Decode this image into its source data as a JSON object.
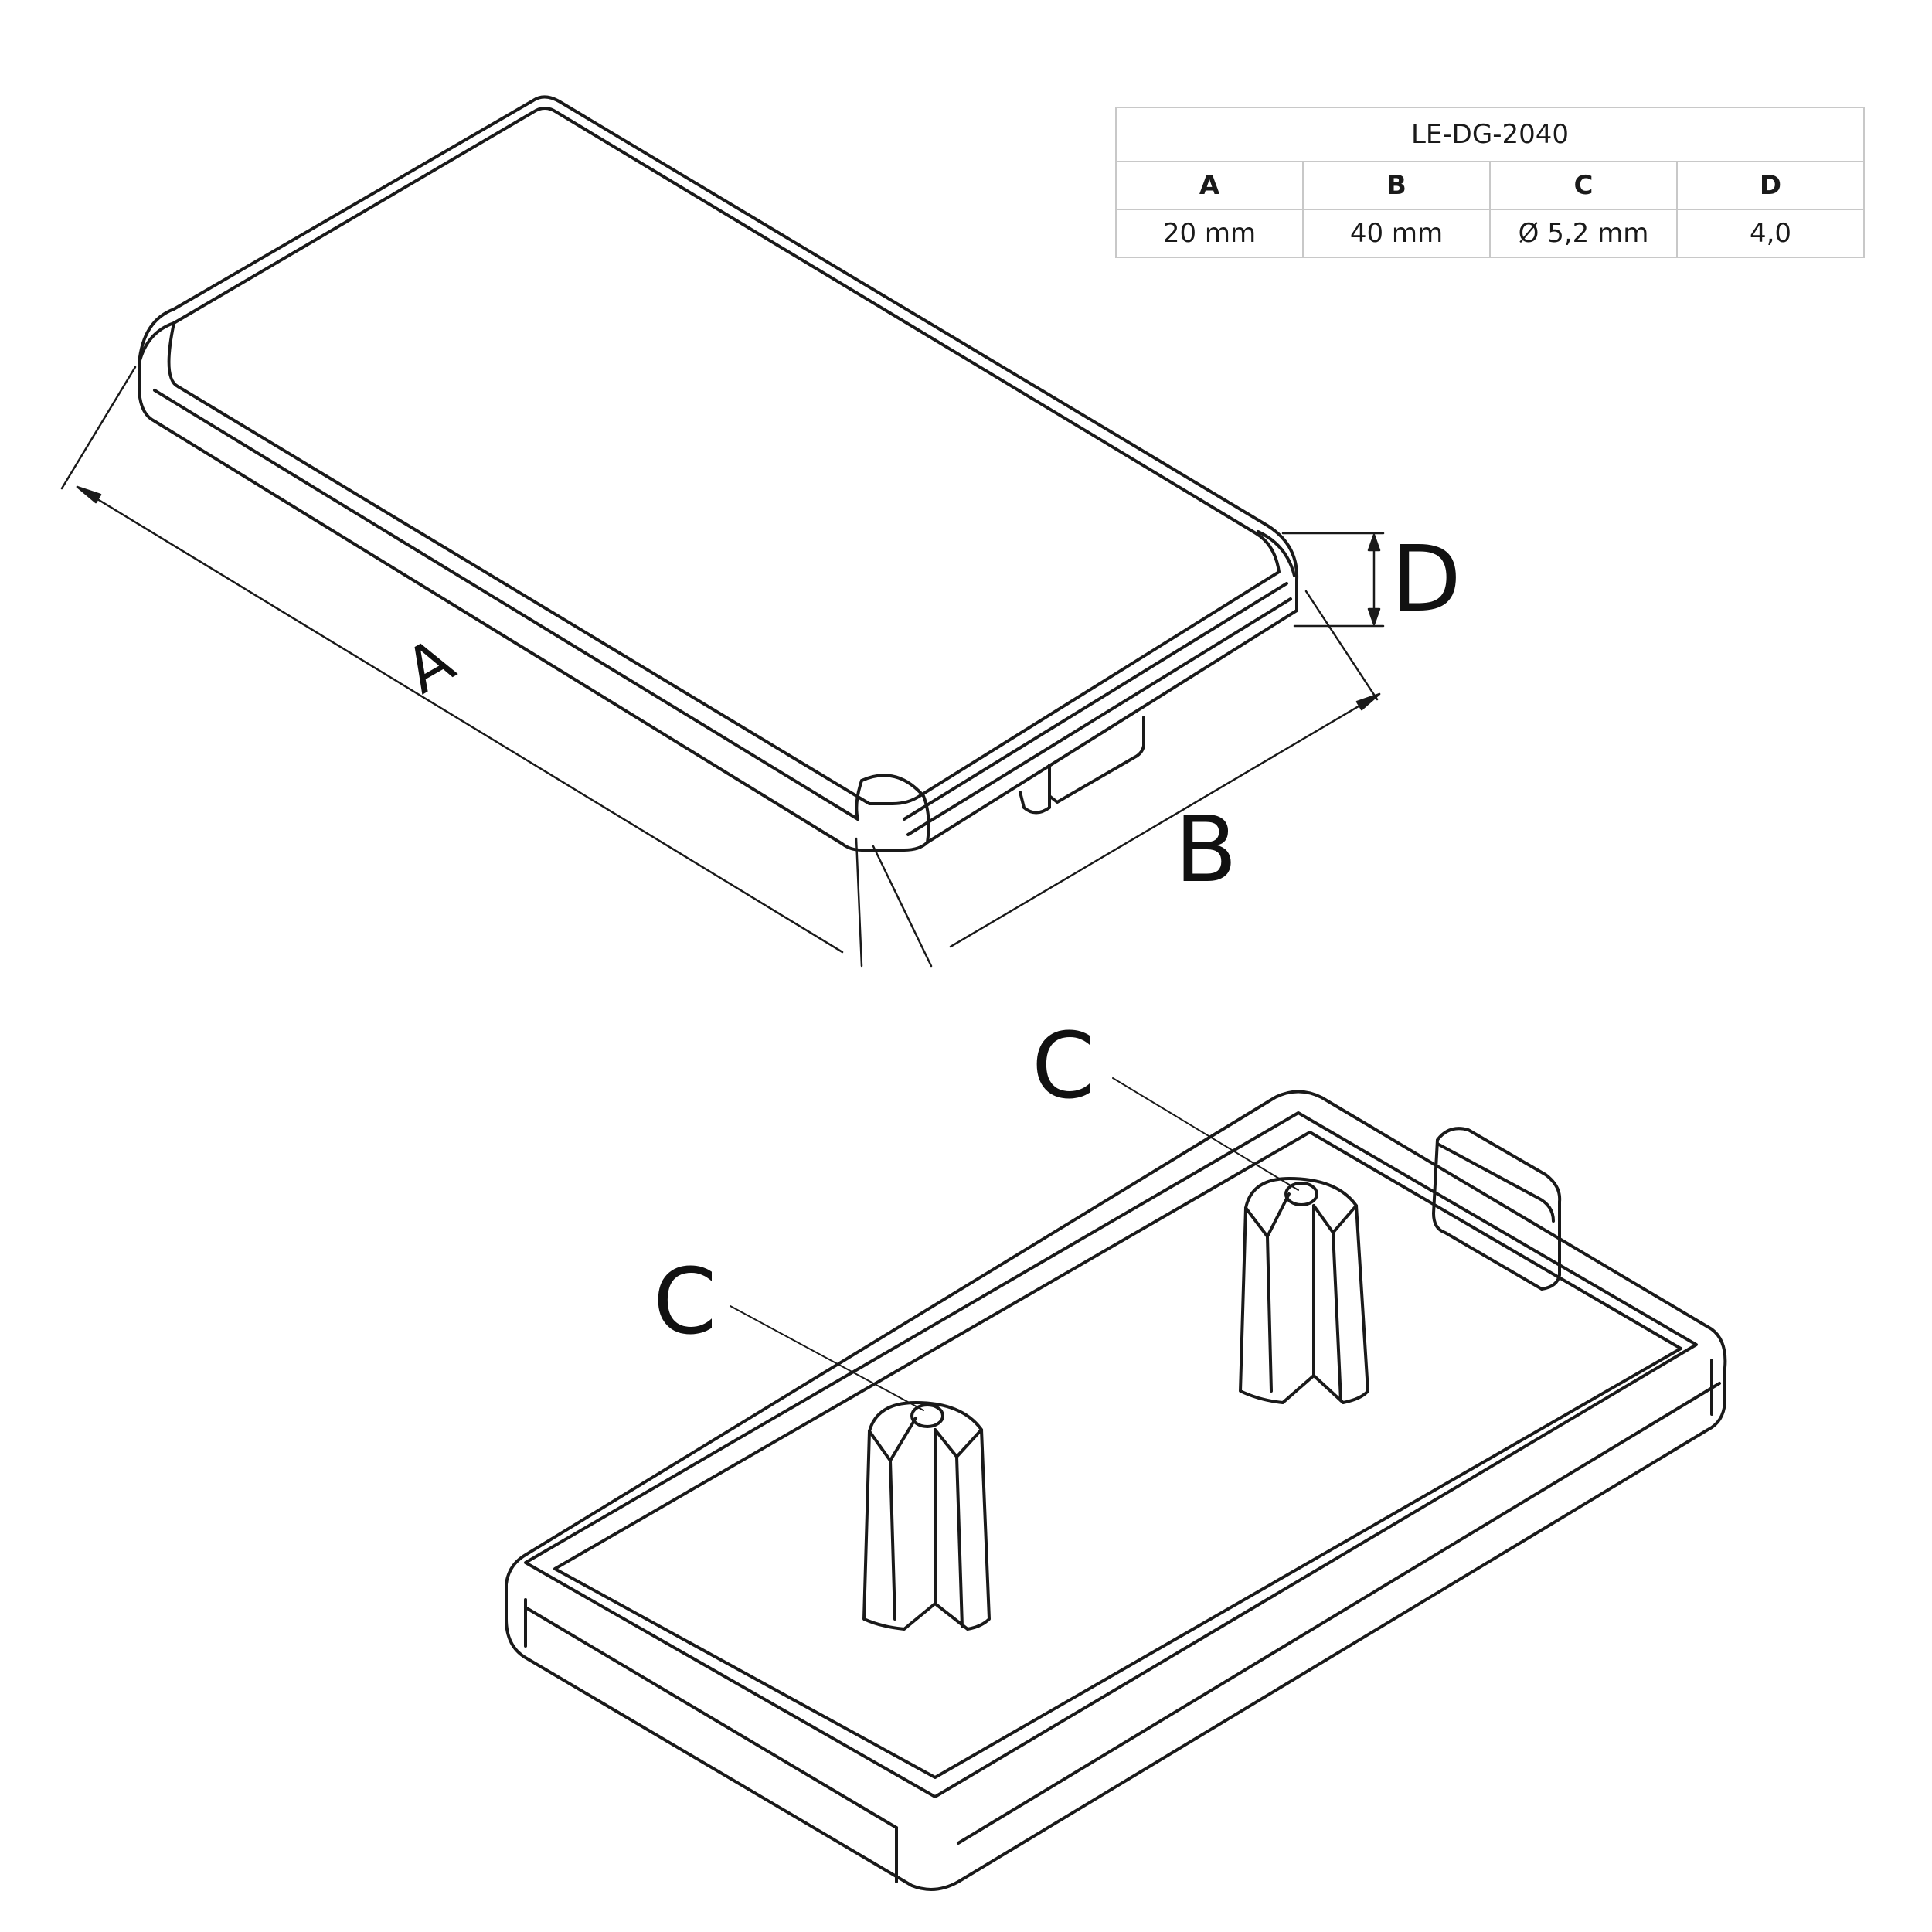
{
  "table": {
    "title": "LE-DG-2040",
    "headers": [
      "A",
      "B",
      "C",
      "D"
    ],
    "values": [
      "20 mm",
      "40 mm",
      "Ø 5,2 mm",
      "4,0"
    ]
  },
  "labels": {
    "a": "A",
    "b": "B",
    "c_upper": "C",
    "c_lower": "C",
    "d": "D"
  }
}
